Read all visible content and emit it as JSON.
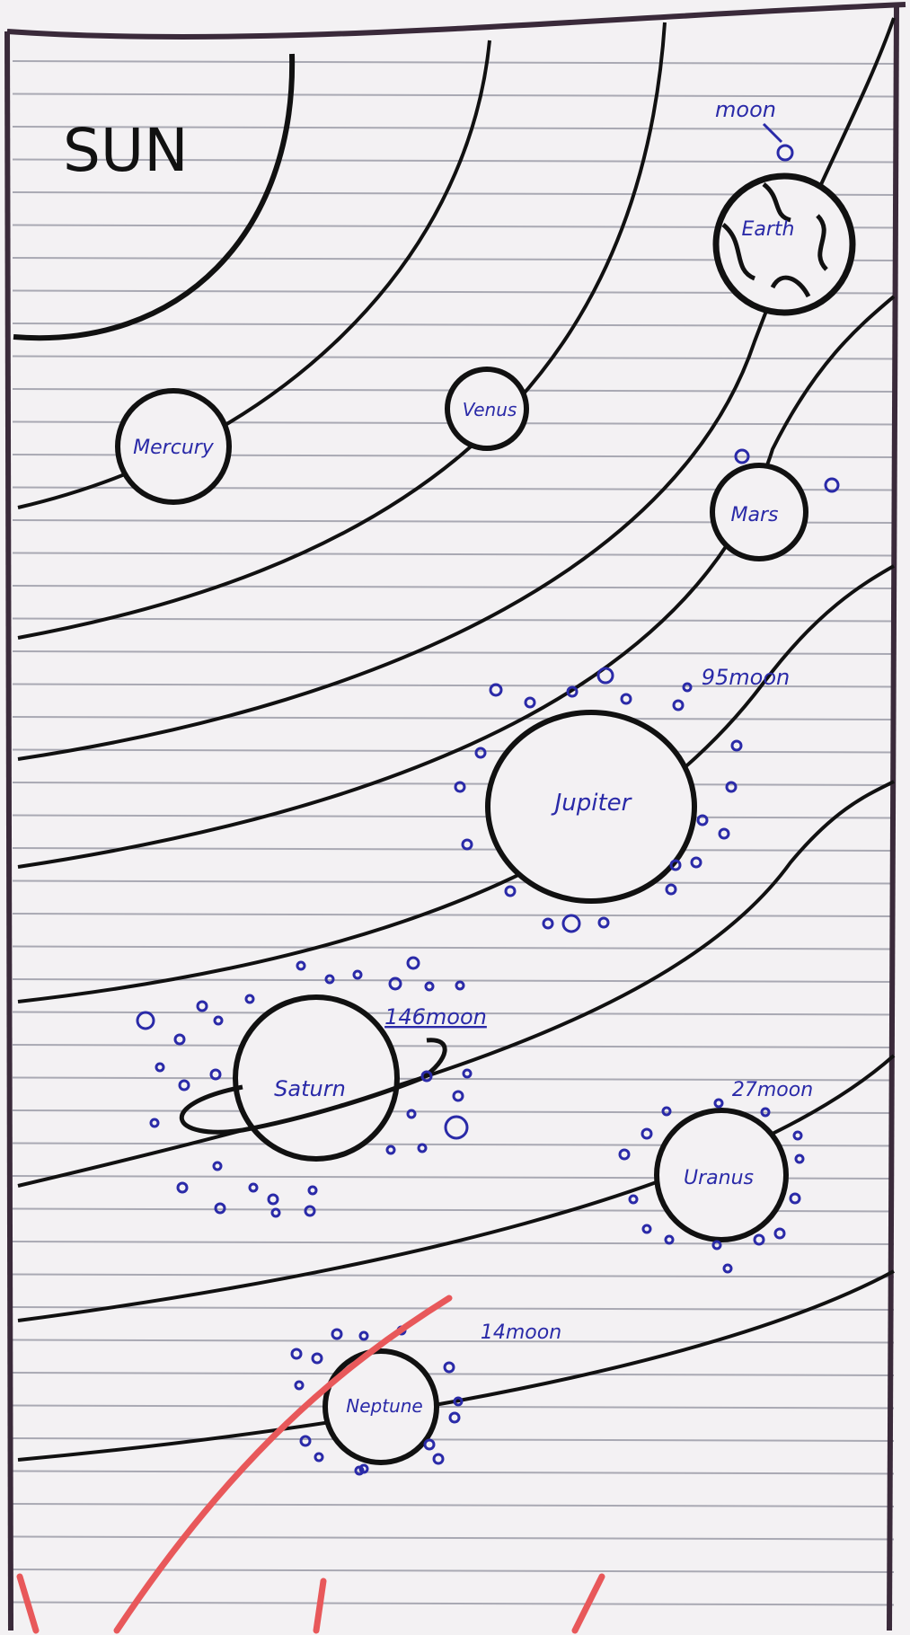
{
  "sun": {
    "label": "SUN"
  },
  "planets": [
    {
      "id": "mercury",
      "label": "Mercury"
    },
    {
      "id": "venus",
      "label": "Venus"
    },
    {
      "id": "earth",
      "label": "Earth",
      "moon_note": "moon"
    },
    {
      "id": "mars",
      "label": "Mars"
    },
    {
      "id": "jupiter",
      "label": "Jupiter",
      "moon_note": "95moon"
    },
    {
      "id": "saturn",
      "label": "Saturn",
      "moon_note": "146moon"
    },
    {
      "id": "uranus",
      "label": "Uranus",
      "moon_note": "27moon"
    },
    {
      "id": "neptune",
      "label": "Neptune",
      "moon_note": "14moon"
    }
  ],
  "colors": {
    "ink": "#111111",
    "pen": "#2a2aa8",
    "paper": "#f3f1f3",
    "rule": "#a9a9b3",
    "margin": "#3a2a3a",
    "marker": "#e8585a"
  }
}
